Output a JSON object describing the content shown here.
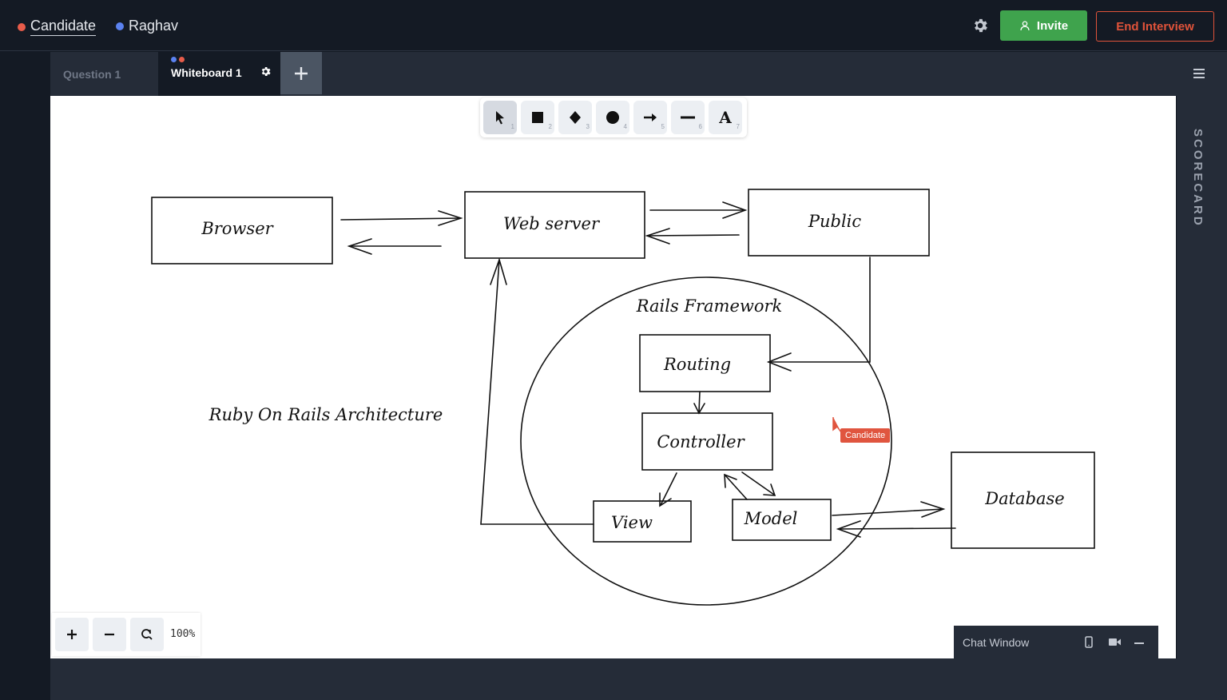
{
  "participants": [
    {
      "name": "Candidate",
      "color": "#e85c4a"
    },
    {
      "name": "Raghav",
      "color": "#5b82f0"
    }
  ],
  "header": {
    "invite_label": "Invite",
    "end_label": "End Interview"
  },
  "tabs": {
    "question": "Question 1",
    "whiteboard": "Whiteboard 1"
  },
  "toolbar": {
    "tools": [
      {
        "name": "select",
        "shortcut": "1"
      },
      {
        "name": "rectangle",
        "shortcut": "2"
      },
      {
        "name": "diamond",
        "shortcut": "3"
      },
      {
        "name": "ellipse",
        "shortcut": "4"
      },
      {
        "name": "arrow",
        "shortcut": "5"
      },
      {
        "name": "line",
        "shortcut": "6"
      },
      {
        "name": "text",
        "shortcut": "7"
      }
    ]
  },
  "diagram": {
    "title": "Ruby On Rails Architecture",
    "boxes": {
      "browser": "Browser",
      "webserver": "Web server",
      "public": "Public",
      "framework": "Rails Framework",
      "routing": "Routing",
      "controller": "Controller",
      "view": "View",
      "model": "Model",
      "database": "Database"
    }
  },
  "cursor_label": "Candidate",
  "zoom": {
    "level": "100%"
  },
  "chat": {
    "title": "Chat Window"
  },
  "sidebar": {
    "scorecard": "SCORECARD"
  },
  "colors": {
    "accent_green": "#3fa34d",
    "accent_red": "#e0533a",
    "dark_bg": "#141a24",
    "panel_bg": "#252c38"
  }
}
